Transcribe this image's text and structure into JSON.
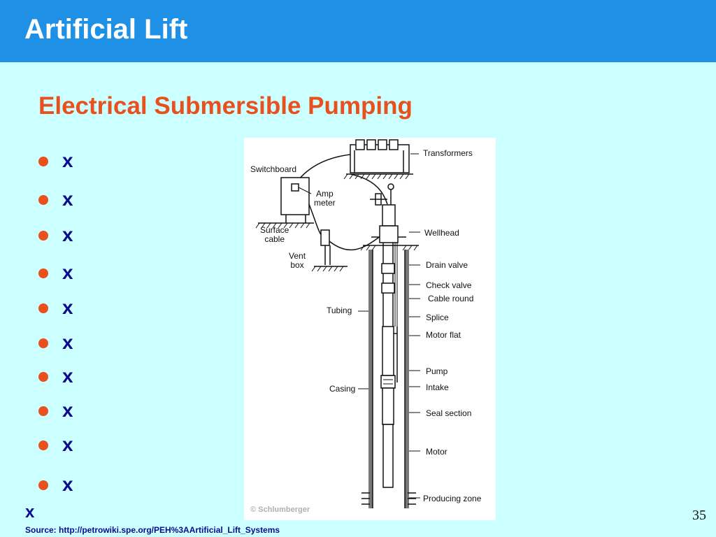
{
  "slide": {
    "title": "Artificial Lift",
    "subtitle": "Electrical Submersible Pumping",
    "bullets": [
      "x",
      "x",
      "x",
      "x",
      "x",
      "x",
      "x",
      "x",
      "x",
      "x"
    ],
    "footer_x": "x",
    "source": "Source: http://petrowiki.spe.org/PEH%3AArtificial_Lift_Systems",
    "page_number": "35"
  },
  "figure": {
    "labels": {
      "transformers": "Transformers",
      "switchboard": "Switchboard",
      "amp_meter_1": "Amp",
      "amp_meter_2": "meter",
      "surface_cable_1": "Surface",
      "surface_cable_2": "cable",
      "vent_box_1": "Vent",
      "vent_box_2": "box",
      "wellhead": "Wellhead",
      "drain_valve": "Drain valve",
      "check_valve": "Check valve",
      "cable_round": "Cable round",
      "tubing": "Tubing",
      "splice": "Splice",
      "motor_flat": "Motor flat",
      "pump": "Pump",
      "intake": "Intake",
      "casing": "Casing",
      "seal_section": "Seal section",
      "motor": "Motor",
      "producing_zone": "Producing zone"
    },
    "watermark": "© Schlumberger"
  },
  "colors": {
    "background": "#ccffff",
    "title_bar": "#1e90e6",
    "accent": "#e8501e",
    "bullet_text": "#0b0b8c"
  }
}
